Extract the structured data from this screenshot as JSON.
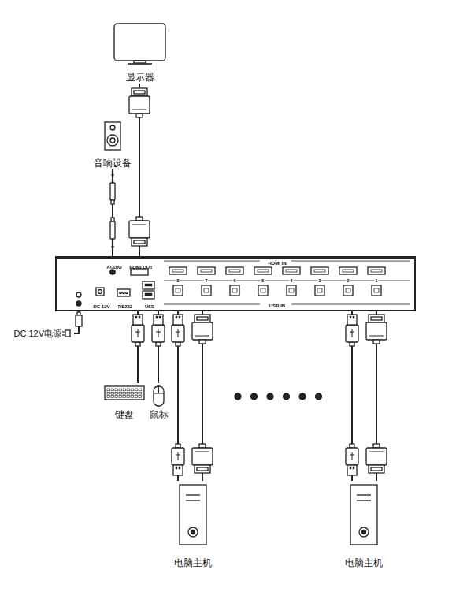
{
  "diagram": {
    "nodes": [
      {
        "text": [
          "显示器"
        ]
      },
      {
        "text": [
          "音响设备"
        ]
      },
      {
        "text": [
          "AUDIO",
          "HDMI OUT",
          "HDMI IN",
          "USB IN",
          "DC 12V",
          "RS232",
          "USB"
        ]
      },
      {
        "text": [
          "DC 12V电源"
        ]
      },
      {
        "text": [
          "键盘"
        ]
      },
      {
        "text": [
          "鼠标"
        ]
      },
      {
        "text": [
          "电脑主机"
        ]
      },
      {
        "text": [
          "电脑主机"
        ]
      }
    ],
    "edges": [
      {
        "from": 0,
        "to": 2,
        "arrow": "none"
      },
      {
        "from": 1,
        "to": 2,
        "arrow": "none"
      },
      {
        "from": 3,
        "to": 2,
        "arrow": "none"
      },
      {
        "from": 4,
        "to": 2,
        "arrow": "none"
      },
      {
        "from": 5,
        "to": 2,
        "arrow": "none"
      },
      {
        "from": 6,
        "to": 2,
        "arrow": "none"
      },
      {
        "from": 6,
        "to": 2,
        "arrow": "none"
      },
      {
        "from": 7,
        "to": 2,
        "arrow": "none"
      },
      {
        "from": 7,
        "to": 2,
        "arrow": "none"
      }
    ],
    "labels": [
      "8",
      "7",
      "6",
      "5",
      "4",
      "3",
      "2",
      "1"
    ]
  }
}
